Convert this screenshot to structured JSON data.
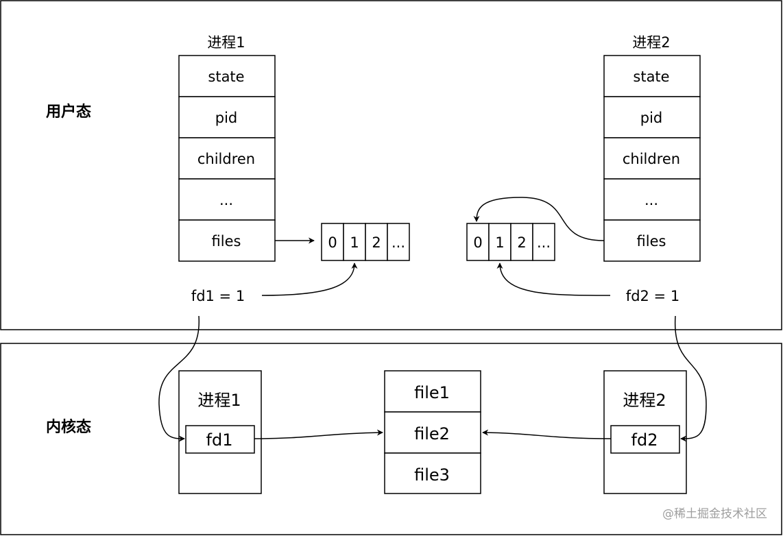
{
  "regions": {
    "user_space": "用户态",
    "kernel_space": "内核态"
  },
  "process1": {
    "title": "进程1",
    "fields": [
      "state",
      "pid",
      "children",
      "...",
      "files"
    ],
    "fd_table": [
      "0",
      "1",
      "2",
      "..."
    ],
    "fd_assignment": "fd1 = 1"
  },
  "process2": {
    "title": "进程2",
    "fields": [
      "state",
      "pid",
      "children",
      "...",
      "files"
    ],
    "fd_table": [
      "0",
      "1",
      "2",
      "..."
    ],
    "fd_assignment": "fd2 = 1"
  },
  "kernel": {
    "process1": {
      "title": "进程1",
      "fd": "fd1"
    },
    "process2": {
      "title": "进程2",
      "fd": "fd2"
    },
    "files": [
      "file1",
      "file2",
      "file3"
    ]
  },
  "watermark": "@稀土掘金技术社区"
}
